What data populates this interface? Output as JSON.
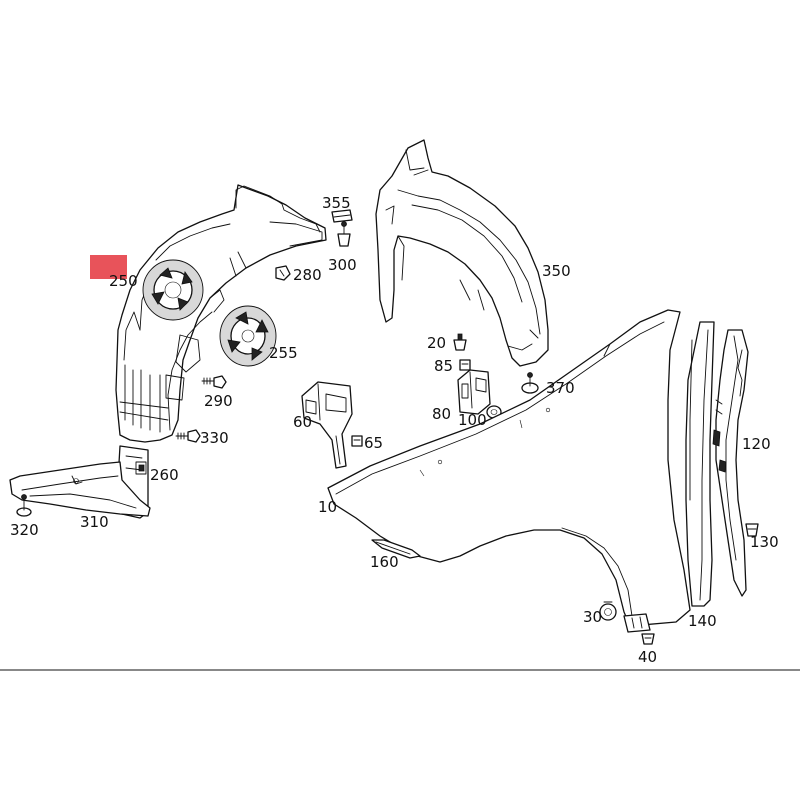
{
  "highlight_color": "#e8535a",
  "labels": {
    "p10": "10",
    "p20": "20",
    "p30": "30",
    "p40": "40",
    "p60": "60",
    "p65": "65",
    "p80": "80",
    "p85": "85",
    "p100": "100",
    "p120": "120",
    "p130": "130",
    "p140": "140",
    "p160": "160",
    "p250": "250",
    "p255": "255",
    "p260": "260",
    "p280": "280",
    "p290": "290",
    "p300": "300",
    "p310": "310",
    "p320": "320",
    "p330": "330",
    "p350": "350",
    "p355": "355",
    "p370": "370"
  }
}
